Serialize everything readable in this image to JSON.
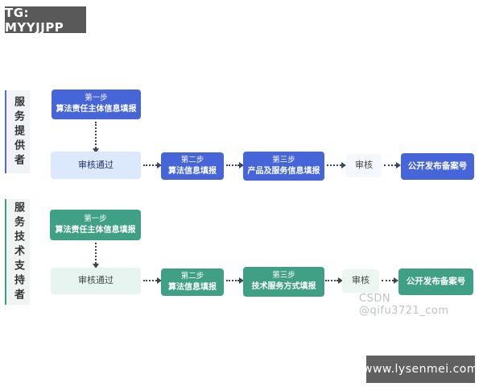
{
  "source_badge": {
    "label": "TG: MYYJJPP"
  },
  "site_badge": {
    "label": "www.lysenmei.com"
  },
  "watermark": {
    "label": "CSDN @qifu3721_com"
  },
  "colors": {
    "lane1_accent": "#4565d8",
    "lane1_light": "#dce8fb",
    "lane1_faint": "#f4f7fd",
    "lane2_accent": "#40a086",
    "lane2_light": "#e7f4ef",
    "lane2_faint": "#ecf7f2",
    "badge_bg": "#595959"
  },
  "rows": [
    {
      "label": "服务提供者",
      "step1_title": "第一步",
      "step1_text": "算法责任主体信息填报",
      "approved_label": "审核通过",
      "step2_title": "第二步",
      "step2_text": "算法信息填报",
      "step3_title": "第三步",
      "step3_text": "产品及服务信息填报",
      "review_label": "审核",
      "final_label": "公开发布备案号"
    },
    {
      "label": "服务技术支持者",
      "step1_title": "第一步",
      "step1_text": "算法责任主体信息填报",
      "approved_label": "审核通过",
      "step2_title": "第二步",
      "step2_text": "算法信息填报",
      "step3_title": "第三步",
      "step3_text": "技术服务方式填报",
      "review_label": "审核",
      "final_label": "公开发布备案号"
    }
  ]
}
